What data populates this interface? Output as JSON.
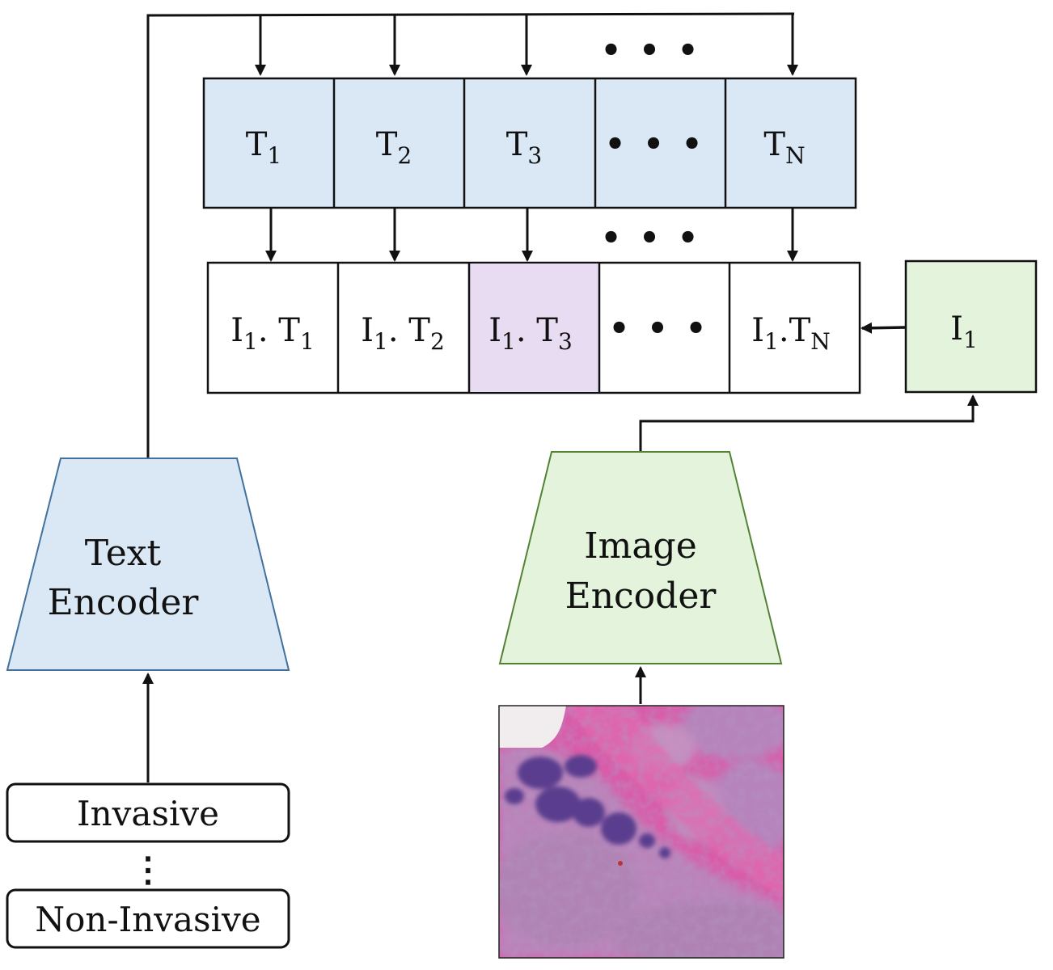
{
  "text_tokens": [
    {
      "base": "T",
      "sub": "1"
    },
    {
      "base": "T",
      "sub": "2"
    },
    {
      "base": "T",
      "sub": "3"
    },
    {
      "base": "",
      "sub": "",
      "ellipsis": "• • •"
    },
    {
      "base": "T",
      "sub": "N"
    }
  ],
  "similarity_cells": [
    {
      "a": "I",
      "a_sub": "1",
      "sep": ". ",
      "b": "T",
      "b_sub": "1"
    },
    {
      "a": "I",
      "a_sub": "1",
      "sep": ". ",
      "b": "T",
      "b_sub": "2"
    },
    {
      "a": "I",
      "a_sub": "1",
      "sep": ". ",
      "b": "T",
      "b_sub": "3",
      "highlighted": true
    },
    {
      "ellipsis": "• • •"
    },
    {
      "a": "I",
      "a_sub": "1",
      "sep": ".",
      "b": "T",
      "b_sub": "N"
    }
  ],
  "image_token": {
    "base": "I",
    "sub": "1"
  },
  "top_ellipsis": "• • •",
  "mid_ellipsis": "• • •",
  "text_encoder": {
    "line1": "Text",
    "line2": "Encoder"
  },
  "image_encoder": {
    "line1": "Image",
    "line2": "Encoder"
  },
  "class_prompts": {
    "first": "Invasive",
    "separator": "⋮",
    "last": "Non-Invasive"
  },
  "input_image": {
    "kind": "histopathology-patch"
  },
  "colors": {
    "text_blue": "#dae8f6",
    "text_blue_stroke": "#41719c",
    "image_green": "#e3f3dc",
    "image_green_stroke": "#548235",
    "highlight_purple": "#e8dcf3",
    "line": "#111111"
  }
}
